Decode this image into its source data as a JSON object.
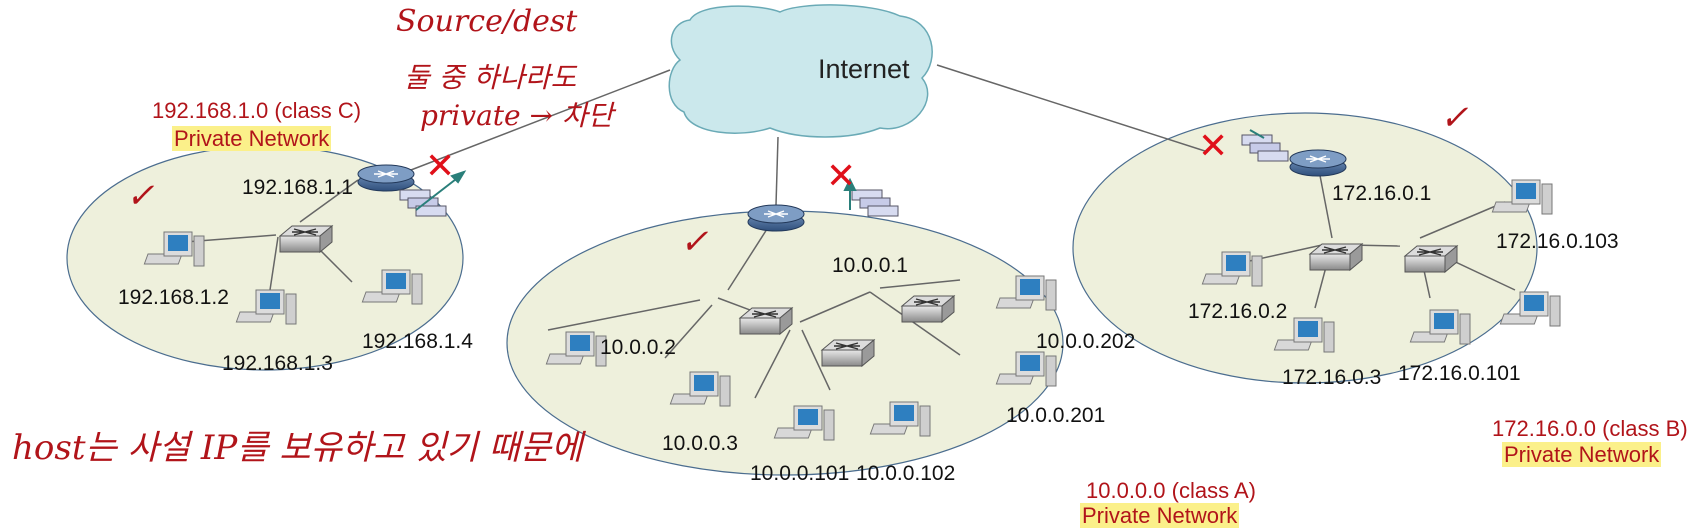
{
  "internet": {
    "label": "Internet"
  },
  "networks": {
    "c": {
      "title": "192.168.1.0 (class C)",
      "subtitle": "Private Network",
      "router": "192.168.1.1",
      "hosts": [
        "192.168.1.2",
        "192.168.1.3",
        "192.168.1.4"
      ]
    },
    "a": {
      "title": "10.0.0.0 (class A)",
      "subtitle": "Private Network",
      "router": "10.0.0.1",
      "hosts": [
        "10.0.0.2",
        "10.0.0.3",
        "10.0.0.101",
        "10.0.0.102",
        "10.0.0.201",
        "10.0.0.202"
      ]
    },
    "b": {
      "title": "172.16.0.0 (class B)",
      "subtitle": "Private Network",
      "router": "172.16.0.1",
      "hosts": [
        "172.16.0.2",
        "172.16.0.3",
        "172.16.0.101",
        "172.16.0.103"
      ]
    }
  },
  "annotations": {
    "note1": "Source/dest",
    "note2": "둘 중 하나라도",
    "note3": "private → 차단",
    "bottom_note": "host는 사설 IP를 보유하고 있기 때문에",
    "check": "✓",
    "cross": "✕"
  },
  "colors": {
    "accent_red": "#b1141a",
    "highlight": "#fbf08a",
    "network_fill": "#eef0dc",
    "cloud_fill": "#cbe8ec",
    "host_screen": "#2e7fc0"
  }
}
